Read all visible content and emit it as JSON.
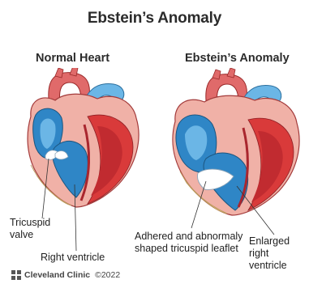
{
  "title": "Ebstein’s Anomaly",
  "left_panel": {
    "subtitle": "Normal Heart"
  },
  "right_panel": {
    "subtitle": "Ebstein’s Anomaly"
  },
  "labels": {
    "tricuspid_valve": "Tricuspid valve",
    "right_ventricle": "Right ventricle",
    "adhered_leaflet": "Adhered and abnormaly shaped tricuspid leaflet",
    "enlarged_rv": "Enlarged right ventricle"
  },
  "footer": {
    "brand": "Cleveland Clinic",
    "year": "©2022"
  },
  "colors": {
    "red": "#d93a3a",
    "dark_red": "#a9262e",
    "blue": "#2f86c6",
    "light_blue": "#6bb6e6",
    "pink": "#f1a7a0",
    "tan": "#e8c98a",
    "text": "#2b2b2b"
  }
}
